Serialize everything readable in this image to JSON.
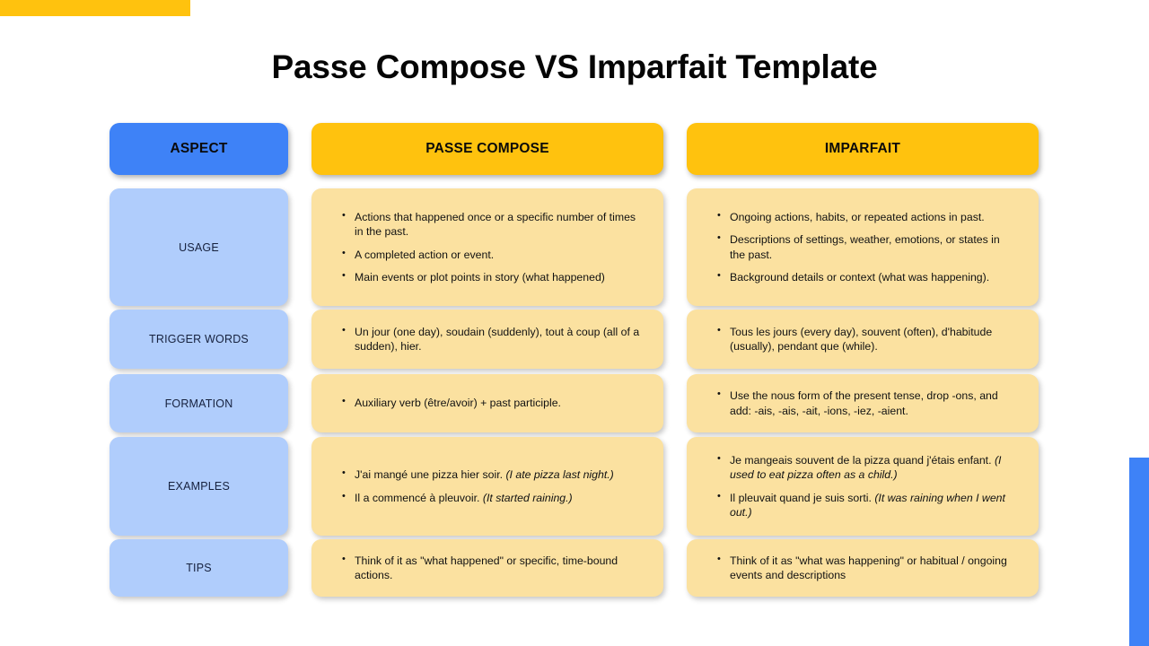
{
  "page": {
    "title": "Passe Compose VS Imparfait Template"
  },
  "decorations": {
    "top_left_bar_color": "#FFC20E",
    "right_bar_color": "#3E82F7"
  },
  "colors": {
    "header_aspect": "#3E82F7",
    "header_tense": "#FFC20E",
    "label_cell": "#B0CDFC",
    "content_cell": "#FBE1A0",
    "title_text": "#050505"
  },
  "headers": {
    "aspect": "ASPECT",
    "passe_compose": "PASSE COMPOSE",
    "imparfait": "IMPARFAIT"
  },
  "rows": [
    {
      "label": "USAGE",
      "passe_compose": [
        "Actions that happened once or a specific number of times in the past.",
        "A completed action or event.",
        "Main events or plot points in story (what happened)"
      ],
      "imparfait": [
        "Ongoing actions, habits, or repeated actions in past.",
        "Descriptions of settings, weather, emotions, or states in the past.",
        "Background details or context (what was happening)."
      ]
    },
    {
      "label": "TRIGGER WORDS",
      "passe_compose": [
        "Un jour (one day), soudain (suddenly), tout à coup (all of a sudden), hier."
      ],
      "imparfait": [
        "Tous les jours (every day), souvent (often), d'habitude  (usually), pendant que (while)."
      ]
    },
    {
      "label": "FORMATION",
      "passe_compose": [
        "Auxiliary verb (être/avoir) + past participle."
      ],
      "imparfait": [
        "Use the nous form of the present tense, drop -ons, and add: -ais, -ais, -ait, -ions, -iez, -aient."
      ]
    },
    {
      "label": "EXAMPLES",
      "passe_compose": [
        "J'ai mangé une pizza hier soir. (I ate pizza last night.)",
        "Il a commencé à pleuvoir. (It started raining.)"
      ],
      "imparfait": [
        "Je mangeais souvent de la pizza quand j'étais enfant. (I used to eat pizza often as a child.)",
        "Il pleuvait quand je suis sorti. (It was raining when I went out.)"
      ]
    },
    {
      "label": "TIPS",
      "passe_compose": [
        "Think of it as \"what happened\" or specific, time-bound actions."
      ],
      "imparfait": [
        "Think of it as \"what was happening\" or habitual / ongoing events and descriptions"
      ]
    }
  ]
}
